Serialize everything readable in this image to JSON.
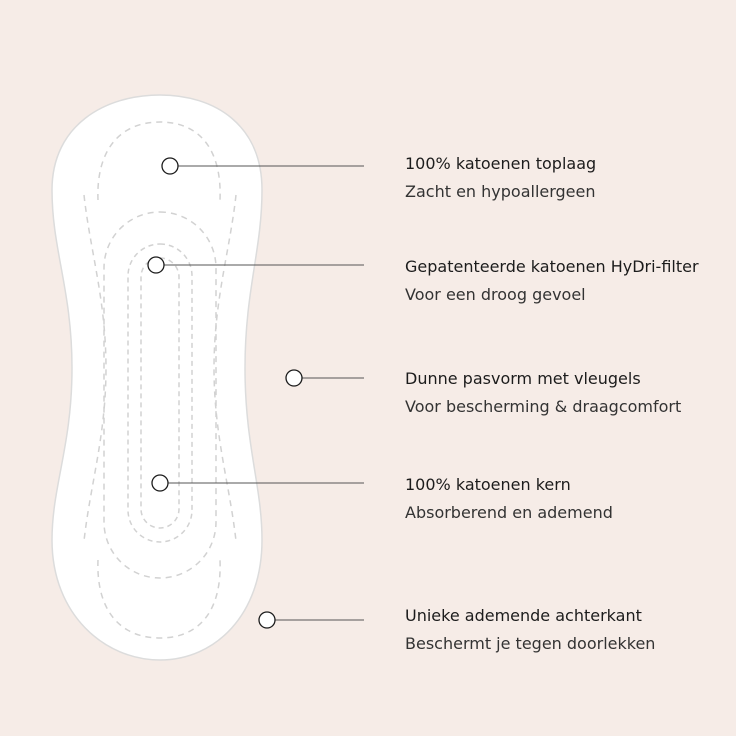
{
  "colors": {
    "background": "#f6ece7",
    "pad_fill": "#ffffff",
    "pad_outline": "#dcdcdc",
    "stitch": "#d2d2d2",
    "leader": "#555555",
    "text": "#1c1c1c"
  },
  "features": [
    {
      "title": "100% katoenen toplaag",
      "subtitle": "Zacht en hypoallergeen"
    },
    {
      "title": "Gepatenteerde katoenen HyDri-filter",
      "subtitle": "Voor een droog gevoel"
    },
    {
      "title": "Dunne pasvorm met vleugels",
      "subtitle": "Voor bescherming & draagcomfort"
    },
    {
      "title": "100% katoenen kern",
      "subtitle": "Absorberend en ademend"
    },
    {
      "title": "Unieke ademende achterkant",
      "subtitle": "Beschermt je tegen doorlekken"
    }
  ]
}
